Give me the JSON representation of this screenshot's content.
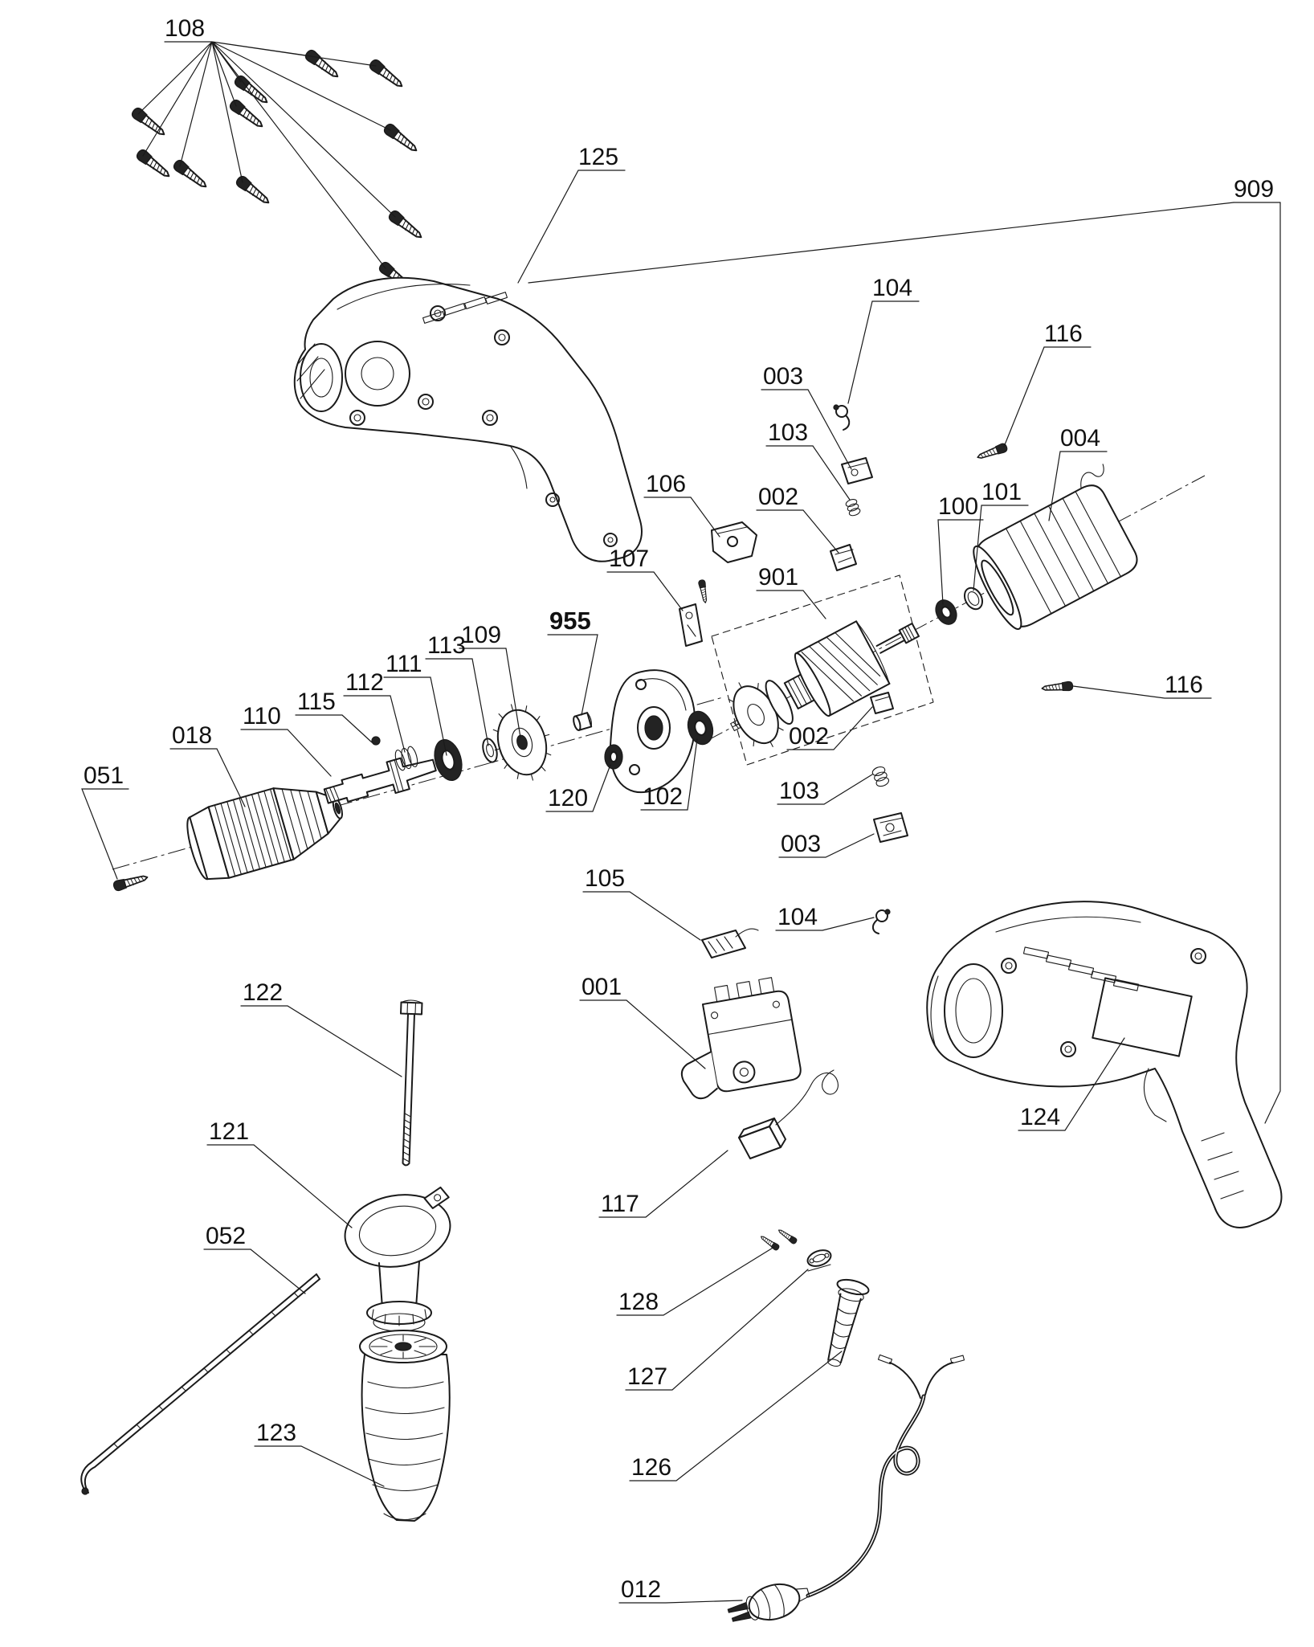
{
  "diagram": {
    "description": "Exploded parts diagram of an electric impact drill",
    "colors": {
      "ink": "#1a1a1a",
      "paper": "#ffffff"
    }
  },
  "callouts": {
    "c108": "108",
    "c125": "125",
    "c909": "909",
    "c104a": "104",
    "c116a": "116",
    "c003a": "003",
    "c103a": "103",
    "c004": "004",
    "c002a": "002",
    "c100": "100",
    "c101": "101",
    "c106": "106",
    "c107": "107",
    "c901": "901",
    "c955": "955",
    "c109": "109",
    "c113": "113",
    "c111": "111",
    "c112": "112",
    "c115": "115",
    "c110": "110",
    "c018": "018",
    "c051": "051",
    "c120": "120",
    "c102": "102",
    "c002b": "002",
    "c103b": "103",
    "c003b": "003",
    "c105": "105",
    "c104b": "104",
    "c116b": "116",
    "c122": "122",
    "c001": "001",
    "c124": "124",
    "c121": "121",
    "c117": "117",
    "c052": "052",
    "c128": "128",
    "c127": "127",
    "c123": "123",
    "c126": "126",
    "c012": "012"
  }
}
